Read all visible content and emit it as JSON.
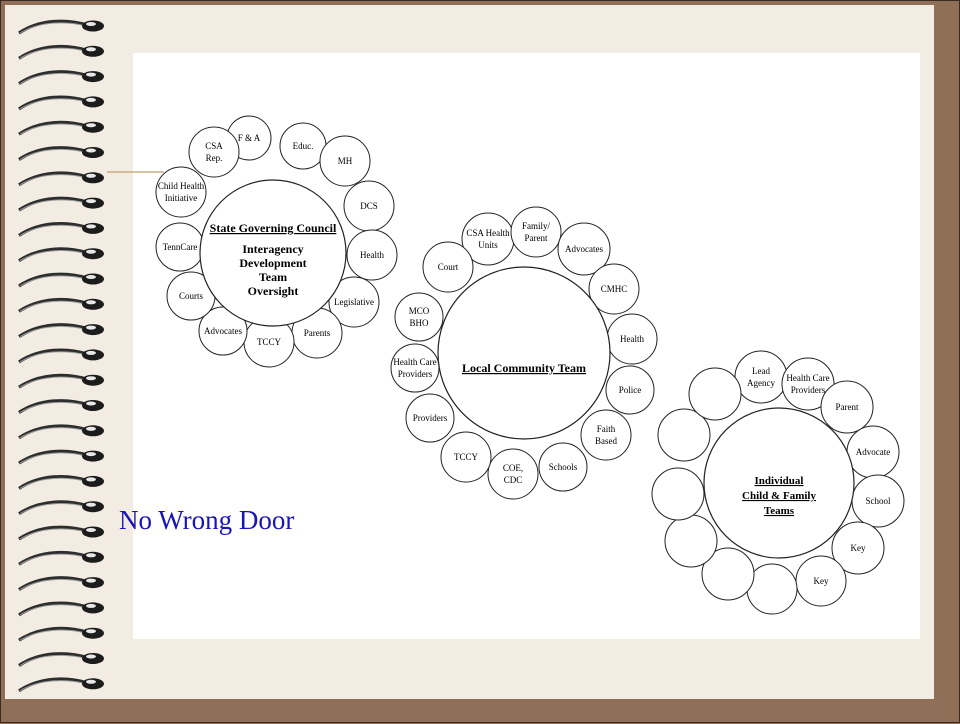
{
  "slide": {
    "title": "No Wrong Door",
    "colors": {
      "frame": "#8f6f58",
      "paper": "#f3ece2",
      "title": "#1a14b8",
      "accent_line": "#b08a4a"
    }
  },
  "clusters": [
    {
      "id": "state",
      "center_lines": [
        {
          "text": "State Governing Council",
          "underline": true
        },
        {
          "text": "Interagency",
          "underline": false
        },
        {
          "text": "Development",
          "underline": false
        },
        {
          "text": "Team",
          "underline": false
        },
        {
          "text": "Oversight",
          "underline": false
        }
      ],
      "members": [
        [
          "F & A"
        ],
        [
          "Educ."
        ],
        [
          "MH"
        ],
        [
          "DCS"
        ],
        [
          "Health"
        ],
        [
          "Legislative"
        ],
        [
          "Parents"
        ],
        [
          "TCCY"
        ],
        [
          "Advocates"
        ],
        [
          "Courts"
        ],
        [
          "TennCare"
        ],
        [
          "Child Health",
          "Initiative"
        ],
        [
          "CSA",
          "Rep."
        ]
      ]
    },
    {
      "id": "local",
      "center_lines": [
        {
          "text": "Local Community Team",
          "underline": true
        }
      ],
      "members": [
        [
          "CSA Health",
          "Units"
        ],
        [
          "Family/",
          "Parent"
        ],
        [
          "Advocates"
        ],
        [
          "CMHC"
        ],
        [
          "Health"
        ],
        [
          "Police"
        ],
        [
          "Faith",
          "Based"
        ],
        [
          "Schools"
        ],
        [
          "COE,",
          "CDC"
        ],
        [
          "TCCY"
        ],
        [
          "Providers"
        ],
        [
          "Health Care",
          "Providers"
        ],
        [
          "MCO",
          "BHO"
        ],
        [
          "Court"
        ]
      ]
    },
    {
      "id": "individual",
      "center_lines": [
        {
          "text": "Individual ",
          "underline": true
        },
        {
          "text": "Child & Family",
          "underline": true
        },
        {
          "text": "Teams",
          "underline": true
        }
      ],
      "members": [
        [
          "Lead",
          "Agency"
        ],
        [
          "Health Care",
          "Providers"
        ],
        [
          "Parent"
        ],
        [
          "Advocate"
        ],
        [
          "School"
        ],
        [
          "Key"
        ],
        [
          "Key"
        ],
        [],
        [],
        [],
        [],
        [],
        []
      ]
    }
  ]
}
